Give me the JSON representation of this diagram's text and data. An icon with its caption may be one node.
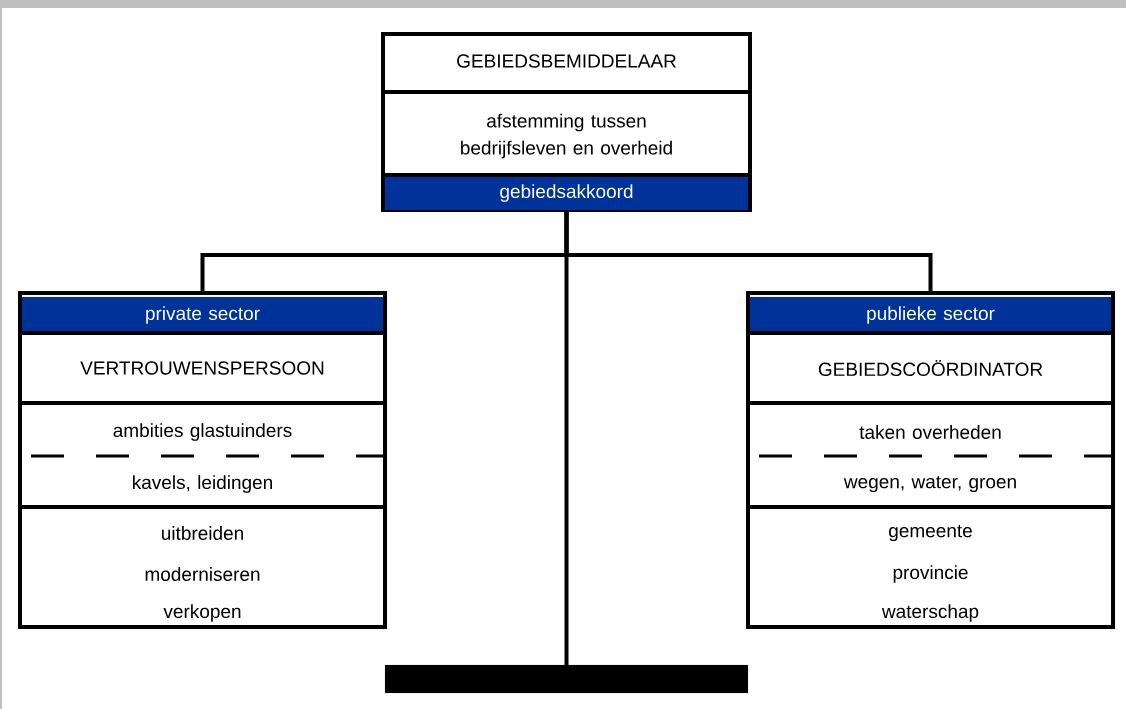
{
  "diagram": {
    "nodes": [
      {
        "text": [
          "GEBIEDSBEMIDDELAAR",
          "afstemming tussen bedrijfsleven en overheid",
          "gebiedsakkoord"
        ]
      },
      {
        "text": [
          "private sector",
          "VERTROUWENSPERSOON",
          "ambities glastuinders",
          "kavels, leidingen",
          "uitbreiden",
          "moderniseren",
          "verkopen"
        ]
      },
      {
        "text": [
          "publieke sector",
          "GEBIEDSCOÖRDINATOR",
          "taken overheden",
          "wegen, water, groen",
          "gemeente",
          "provincie",
          "waterschap"
        ]
      },
      {
        "text": [],
        "shape": "bar"
      }
    ],
    "edges": [
      {
        "from": 0,
        "to": 1,
        "arrow": "none"
      },
      {
        "from": 0,
        "to": 2,
        "arrow": "none"
      },
      {
        "from": 0,
        "to": 3,
        "arrow": "none"
      }
    ]
  }
}
